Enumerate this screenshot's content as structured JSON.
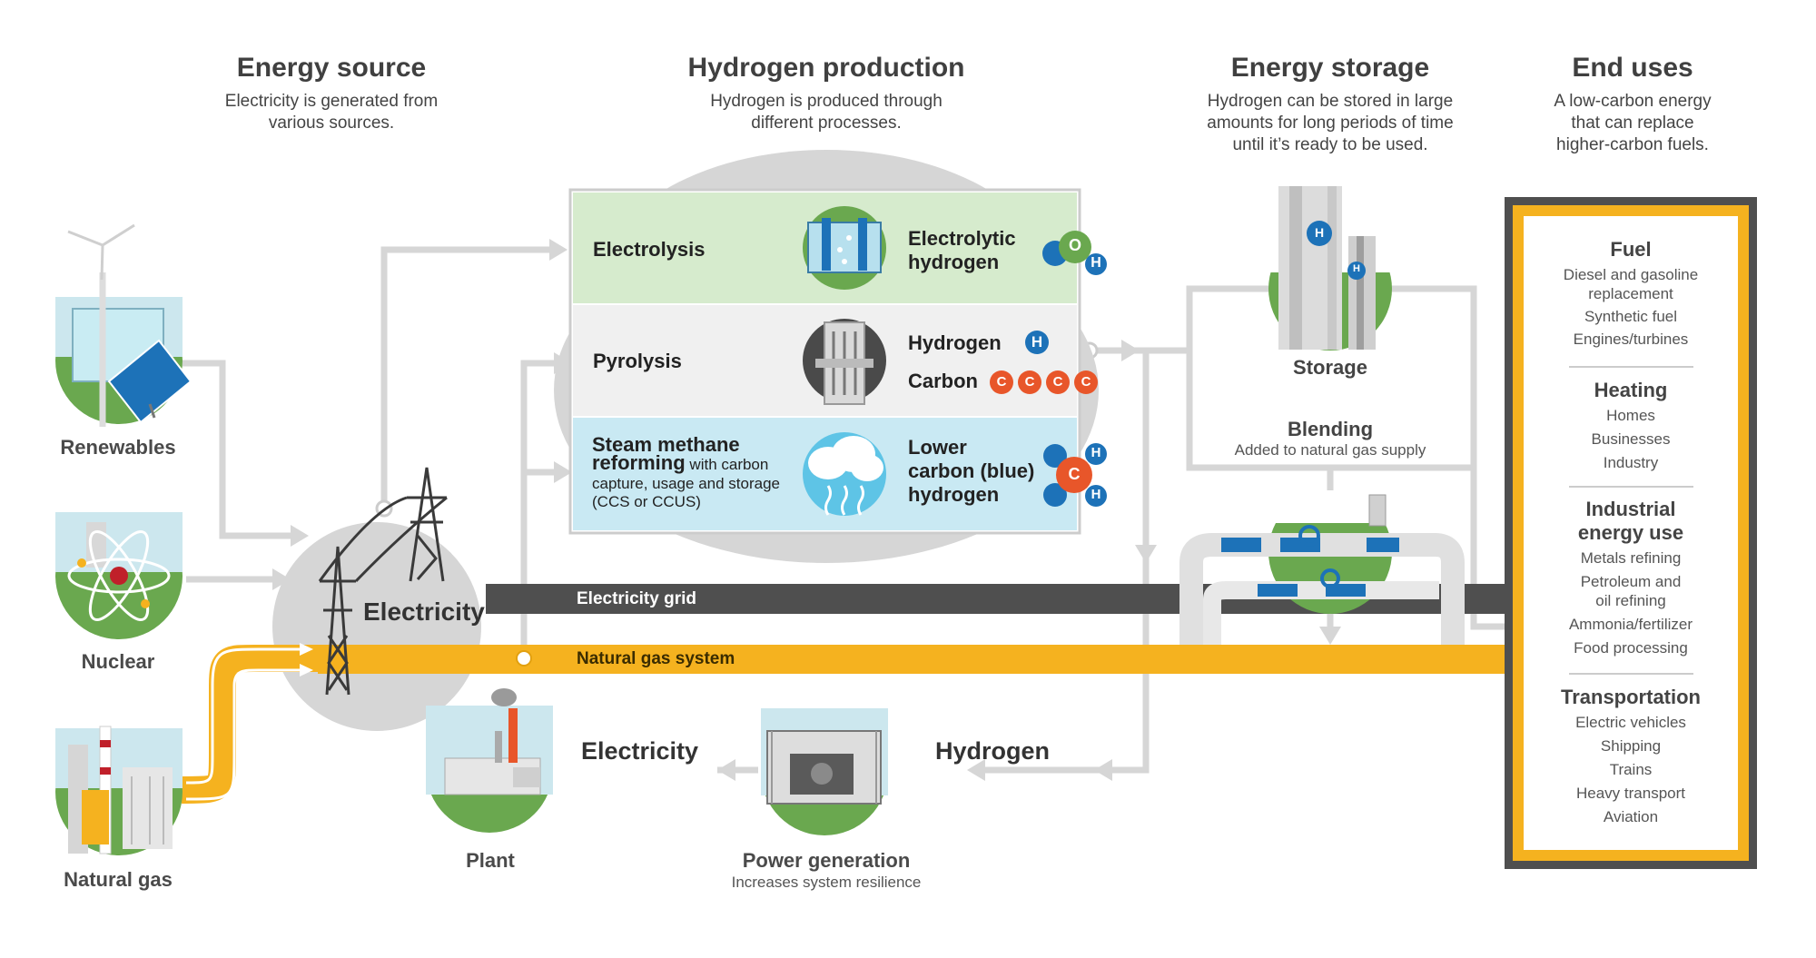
{
  "headers": {
    "energy_source": {
      "title": "Energy source",
      "desc1": "Electricity is generated from",
      "desc2": "various sources."
    },
    "hydrogen_production": {
      "title": "Hydrogen production",
      "desc1": "Hydrogen is produced through",
      "desc2": "different processes."
    },
    "energy_storage": {
      "title": "Energy storage",
      "desc1": "Hydrogen can be stored in large",
      "desc2": "amounts for long periods of time",
      "desc3": "until it’s ready to be used."
    },
    "end_uses": {
      "title": "End uses",
      "desc1": "A low-carbon energy",
      "desc2": "that can replace",
      "desc3": "higher-carbon fuels."
    }
  },
  "sources": {
    "renewables": "Renewables",
    "nuclear": "Nuclear",
    "natural_gas": "Natural gas"
  },
  "hub": {
    "electricity": "Electricity"
  },
  "bars": {
    "grid": "Electricity grid",
    "gas": "Natural gas system"
  },
  "processes": [
    {
      "name": "Electrolysis",
      "product_l1": "Electrolytic",
      "product_l2": "hydrogen"
    },
    {
      "name": "Pyrolysis",
      "product_l1": "Hydrogen",
      "product_l2": "Carbon"
    },
    {
      "name_l1": "Steam methane",
      "name_l2": "reforming",
      "name_l2b": " with carbon",
      "name_l3": "capture, usage and storage",
      "name_l4": "(CCS or CCUS)",
      "product_l1": "Lower",
      "product_l2": "carbon (blue)",
      "product_l3": "hydrogen"
    }
  ],
  "molecules": {
    "o": "O",
    "h": "H",
    "c": "C",
    "h2": "H"
  },
  "storage": {
    "label": "Storage",
    "blending": "Blending",
    "blending_desc": "Added to natural gas supply"
  },
  "bottom": {
    "electricity": "Electricity",
    "hydrogen": "Hydrogen",
    "plant": "Plant",
    "power_generation": "Power generation",
    "power_desc": "Increases system resilience"
  },
  "end_uses": [
    {
      "title": "Fuel",
      "items": [
        "Diesel and gasoline",
        "replacement",
        "Synthetic fuel",
        "Engines/turbines"
      ]
    },
    {
      "title": "Heating",
      "items": [
        "Homes",
        "Businesses",
        "Industry"
      ]
    },
    {
      "title_l1": "Industrial",
      "title_l2": "energy use",
      "items": [
        "Metals refining",
        "Petroleum and",
        "oil refining",
        "Ammonia/fertilizer",
        "Food processing"
      ]
    },
    {
      "title": "Transportation",
      "items": [
        "Electric vehicles",
        "Shipping",
        "Trains",
        "Heavy transport",
        "Aviation"
      ]
    }
  ],
  "colors": {
    "gas": "#f5b21f",
    "grid": "#4f4f4f",
    "flow": "#d5d5d5",
    "electrolysis": "#d6ebcd",
    "pyrolysis": "#f0f0f0",
    "smr": "#c9e9f3",
    "green": "#6aa84f",
    "orange": "#e8562a",
    "blue": "#1d72b8"
  }
}
